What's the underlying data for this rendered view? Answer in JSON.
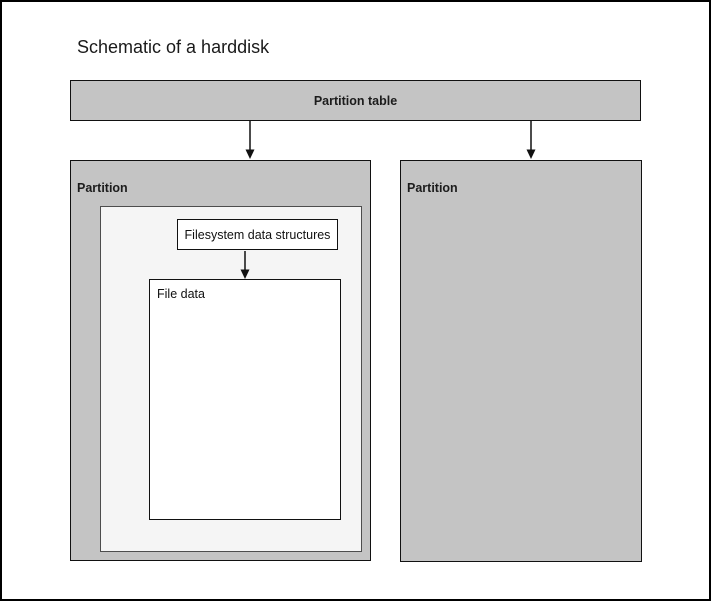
{
  "title": "Schematic of a harddisk",
  "nodes": {
    "partition_table": {
      "label": "Partition table"
    },
    "left_partition": {
      "label": "Partition"
    },
    "right_partition": {
      "label": "Partition"
    },
    "filesystem_structures": {
      "label": "Filesystem data structures"
    },
    "file_data": {
      "label": "File data"
    }
  },
  "edges": [
    {
      "from": "partition_table",
      "to": "left_partition"
    },
    {
      "from": "partition_table",
      "to": "right_partition"
    },
    {
      "from": "filesystem_structures",
      "to": "file_data"
    }
  ],
  "colors": {
    "partition_fill": "#c4c4c4",
    "filesystem_area_fill": "#f5f5f5",
    "inner_box_fill": "#ffffff",
    "box_border": "#111111",
    "filesystem_area_border": "#4d4d4d",
    "text": "#1a1a1a",
    "page_border": "#000000"
  }
}
